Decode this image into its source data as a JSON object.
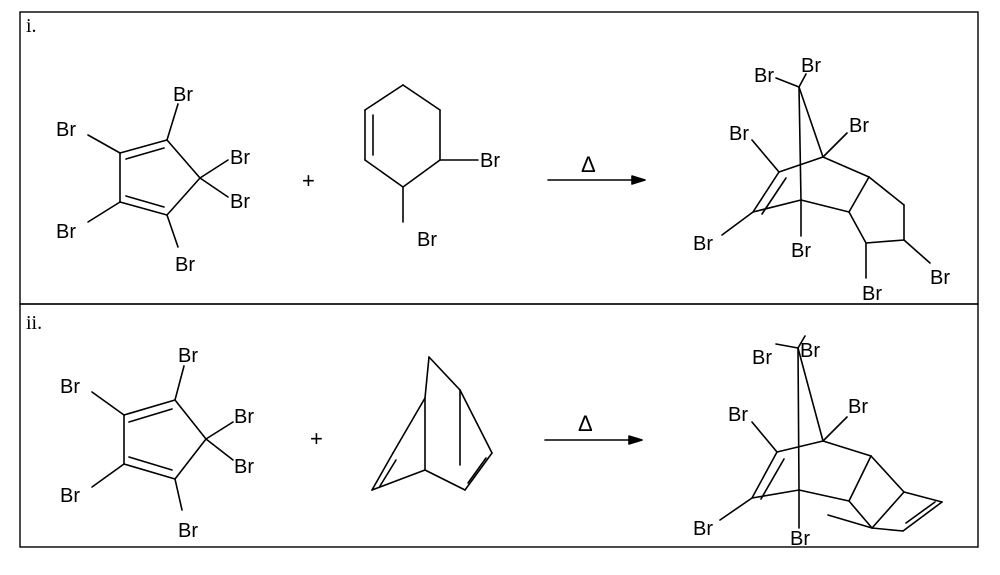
{
  "panels": [
    {
      "label": "i.",
      "plus": "+",
      "condition": "Δ",
      "diene_substituents": [
        "Br",
        "Br",
        "Br",
        "Br",
        "Br",
        "Br"
      ],
      "dienophile_substituents": [
        "Br",
        "Br"
      ],
      "product_substituents": [
        "Br",
        "Br",
        "Br",
        "Br",
        "Br",
        "Br",
        "Br",
        "Br"
      ]
    },
    {
      "label": "ii.",
      "plus": "+",
      "condition": "Δ",
      "diene_substituents": [
        "Br",
        "Br",
        "Br",
        "Br",
        "Br",
        "Br"
      ],
      "product_substituents": [
        "Br",
        "Br",
        "Br",
        "Br",
        "Br",
        "Br"
      ]
    }
  ]
}
